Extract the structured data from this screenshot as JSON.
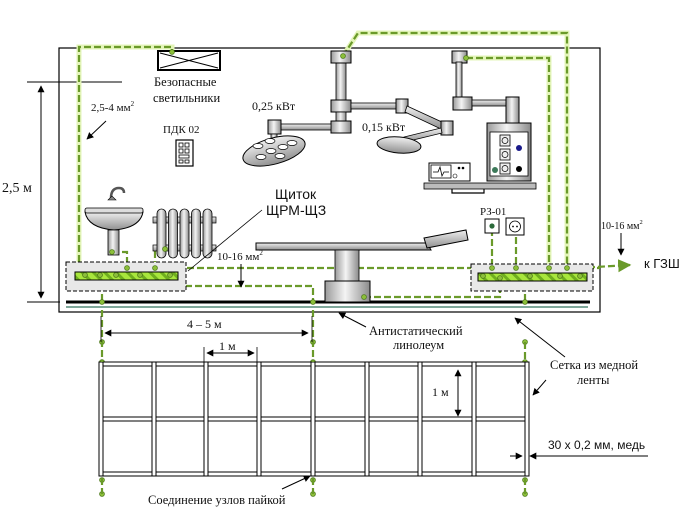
{
  "diagram": {
    "title": "Схема заземления операционной",
    "labels": {
      "lamps": [
        "Безопасные",
        "светильники"
      ],
      "wire_small": "2,5-4 мм",
      "wire_small_sup": "2",
      "height": "2,5 м",
      "pdk": "ПДК 02",
      "power_large": "0,25 кВт",
      "power_small": "0,15 кВт",
      "panel": [
        "Щиток",
        "ЩРМ-ЩЗ"
      ],
      "wire_large_left": "10-16 мм",
      "wire_large_left_sup": "2",
      "rz": "РЗ-01",
      "wire_large_right": "10-16 мм",
      "wire_large_right_sup": "2",
      "to_gzsh": "к ГЗШ",
      "span_4_5": "4 – 5 м",
      "span_1m_h": "1 м",
      "span_1m_v": "1 м",
      "linoleum": [
        "Антистатический",
        "линолеум"
      ],
      "mesh": [
        "Сетка из медной",
        "ленты"
      ],
      "tape": "30 х 0,2 мм, медь",
      "solder": "Соединение узлов пайкой"
    },
    "colors": {
      "ground_wire": "#6a9a2a",
      "ground_bus": "#a8e63c",
      "outline": "#000000",
      "linoleum_line": "#7fa79a"
    }
  }
}
